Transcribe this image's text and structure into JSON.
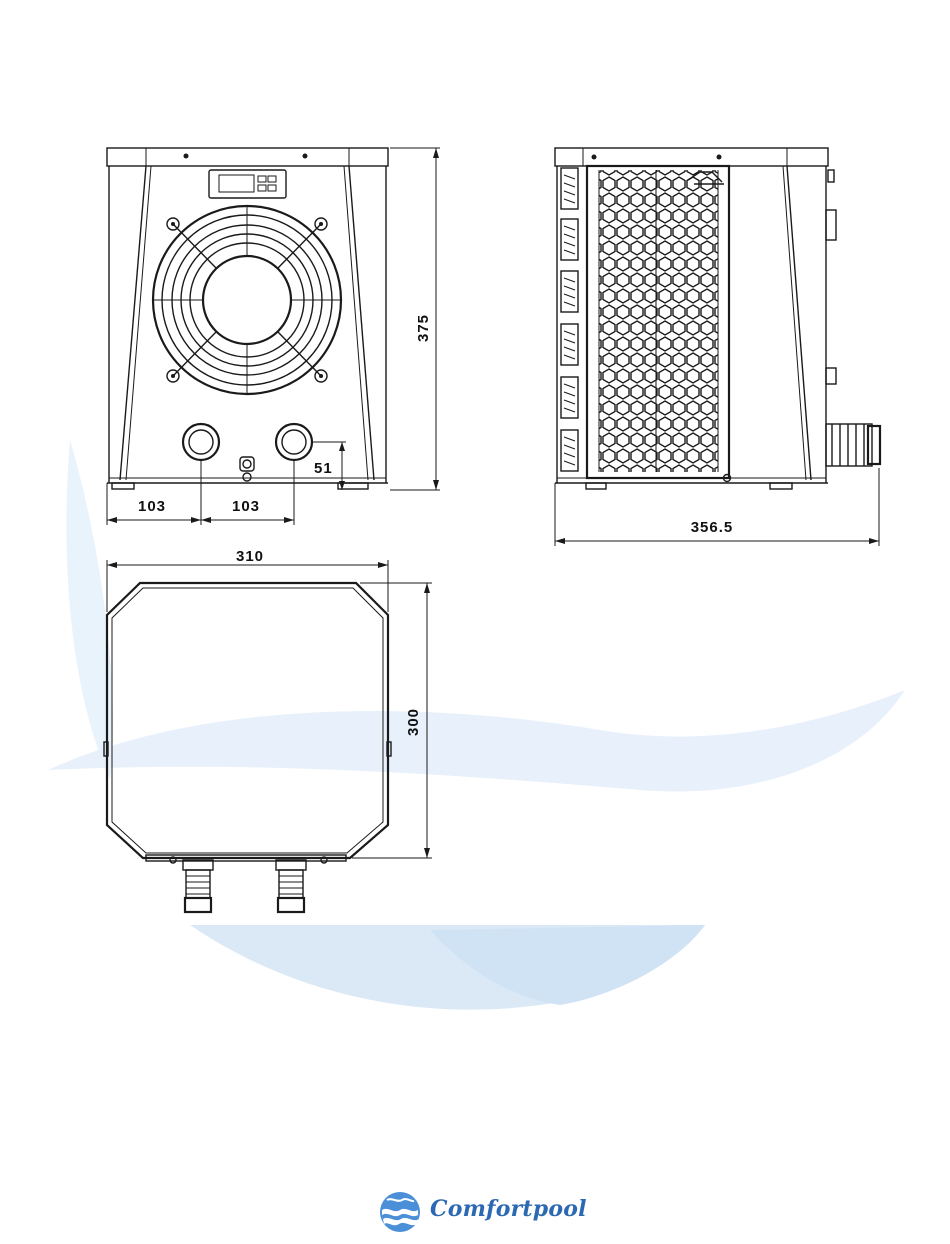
{
  "front_view": {
    "height_label": "375",
    "left_offset_label": "103",
    "center_offset_label": "103",
    "pipe_height_label": "51"
  },
  "side_view": {
    "depth_label": "356.5"
  },
  "top_view": {
    "width_label": "310",
    "depth_label": "300"
  },
  "footer": {
    "brand_name": "Comfortpool"
  },
  "colors": {
    "watermark_light": "#e6f1fb",
    "watermark_mid": "#d2e4f6",
    "brand_blue": "#2d69b3"
  }
}
